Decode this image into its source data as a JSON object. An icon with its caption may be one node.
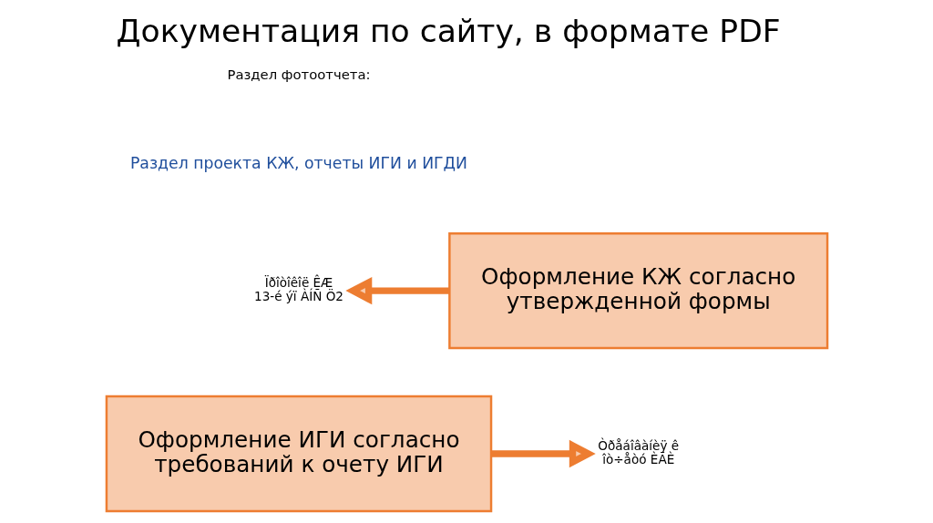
{
  "diagram": {
    "title": "Документация по сайту, в формате PDF",
    "nodes": [
      {
        "text": [
          "Оформление КЖ согласно утвержденной формы"
        ]
      },
      {
        "text": [
          "Ïðîòîêîë ÊÆ 13-é ýï ÀÍÑ Ö2"
        ]
      },
      {
        "text": [
          "Оформление ИГИ согласно требований к очету ИГИ"
        ]
      },
      {
        "text": [
          "Òðåáîâàíèÿ ê îò÷åòó ÈÃÈ"
        ]
      }
    ],
    "edges": [
      {
        "from": 0,
        "to": 1,
        "arrow": "to"
      },
      {
        "from": 2,
        "to": 3,
        "arrow": "to"
      }
    ],
    "labels": [
      "Раздел фотоотчета:",
      "Раздел проекта КЖ, отчеты ИГИ и ИГДИ"
    ]
  }
}
